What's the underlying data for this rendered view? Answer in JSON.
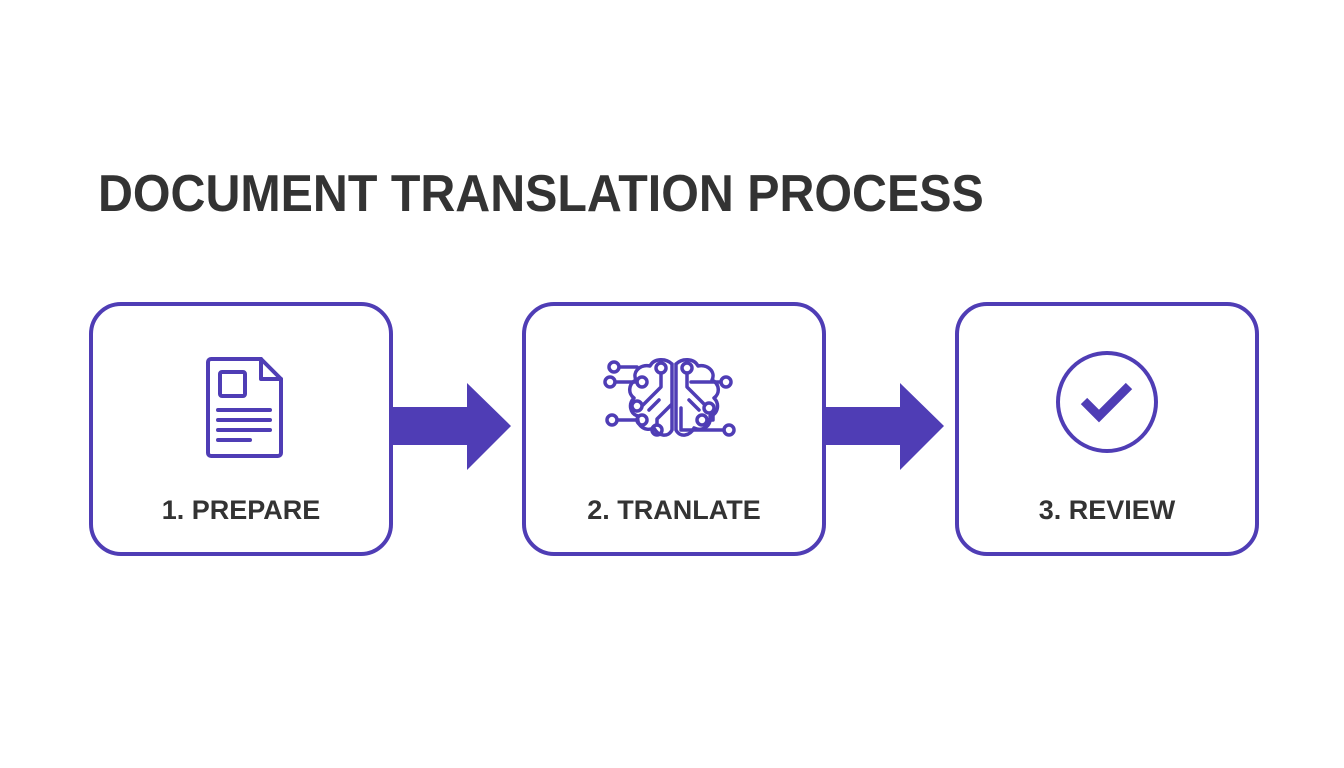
{
  "title": "DOCUMENT TRANSLATION PROCESS",
  "colors": {
    "accent": "#4F3DB5",
    "text": "#333333",
    "background": "#FFFFFF"
  },
  "steps": [
    {
      "number": 1,
      "label": "1. PREPARE",
      "icon": "document-icon"
    },
    {
      "number": 2,
      "label": "2. TRANLATE",
      "icon": "brain-circuit-icon"
    },
    {
      "number": 3,
      "label": "3. REVIEW",
      "icon": "check-circle-icon"
    }
  ],
  "connectors": [
    {
      "from": 1,
      "to": 2,
      "icon": "arrow-right-icon"
    },
    {
      "from": 2,
      "to": 3,
      "icon": "arrow-right-icon"
    }
  ]
}
